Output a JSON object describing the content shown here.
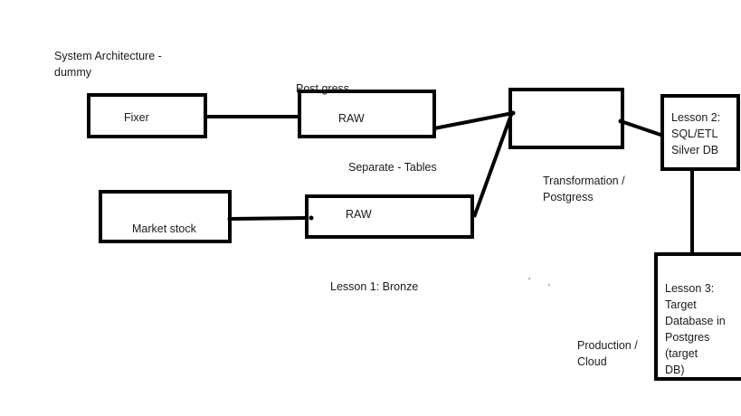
{
  "title": "System Architecture -\ndummy",
  "nodes": {
    "fixer": "Fixer",
    "postgress_label": "Post gress",
    "raw_top": "RAW",
    "market_stock": "Market stock",
    "raw_bottom": "RAW",
    "transform_box": "",
    "lesson2": "Lesson 2:\nSQL/ETL\nSilver DB",
    "lesson3": "Lesson 3: Target\nDatabase in\nPostgres (target\nDB)"
  },
  "labels": {
    "separate_tables": "Separate - Tables",
    "transformation": "Transformation /\nPostgress",
    "lesson1": "Lesson 1: Bronze",
    "production": "Production /\nCloud"
  },
  "colors": {
    "stroke": "#000000",
    "text": "#1a1a1a",
    "background": "#ffffff"
  }
}
